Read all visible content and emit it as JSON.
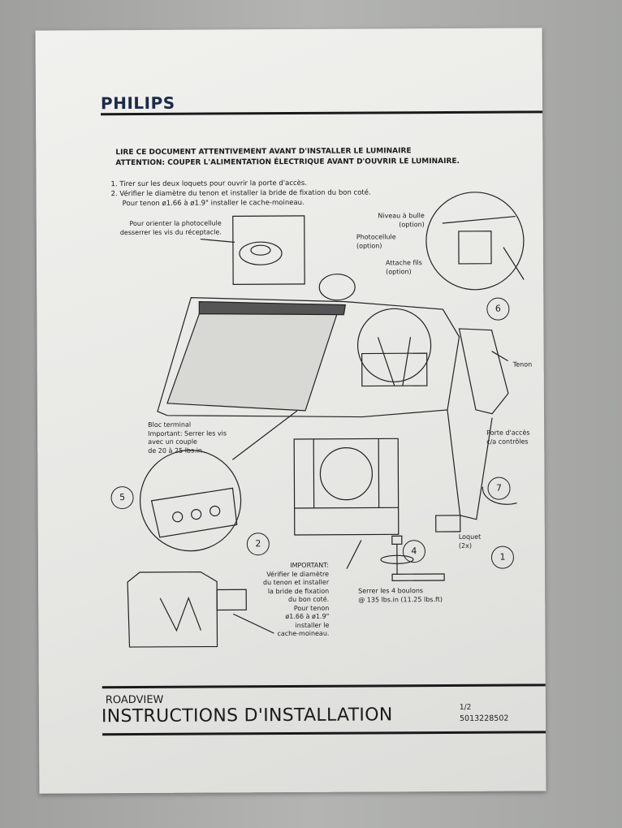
{
  "brand": "PHILIPS",
  "header": {
    "warning_1": "LIRE CE DOCUMENT ATTENTIVEMENT AVANT D'INSTALLER LE LUMINAIRE",
    "warning_2": "ATTENTION: COUPER L'ALIMENTATION ÉLECTRIQUE AVANT D'OUVRIR LE LUMINAIRE."
  },
  "steps": [
    "1. Tirer sur les deux loquets pour ouvrir la porte d'accès.",
    "2. Vérifier le diamètre du tenon et installer la bride de fixation du bon coté.",
    "Pour tenon ø1.66 à ø1.9\" installer le cache-moineau."
  ],
  "labels": {
    "photocell_orient_1": "Pour orienter la photocellule",
    "photocell_orient_2": "desserrer les vis du réceptacle.",
    "level_1": "Niveau à bulle",
    "level_2": "(option)",
    "photocell_1": "Photocellule",
    "photocell_2": "(option)",
    "wire_tie_1": "Attache fils",
    "wire_tie_2": "(option)",
    "tenon": "Tenon",
    "door_1": "Porte d'accès",
    "door_2": "c/a contrôles",
    "terminal_1": "Bloc terminal",
    "terminal_2": "Important: Serrer les vis",
    "terminal_3": "avec un couple",
    "terminal_4": "de 20 à 25 lbs.in",
    "latch_1": "Loquet",
    "latch_2": "(2x)",
    "bolts_1": "Serrer les 4 boulons",
    "bolts_2": "@ 135 lbs.in (11.25 lbs.ft)",
    "important": [
      "IMPORTANT:",
      "Vérifier le diamètre",
      "du tenon et installer",
      "la bride de fixation",
      "du bon coté.",
      "Pour tenon",
      "ø1.66 à ø1.9\"",
      "installer le",
      "cache-moineau."
    ]
  },
  "callouts": [
    "1",
    "2",
    "4",
    "5",
    "6",
    "7"
  ],
  "footer": {
    "product": "ROADVIEW",
    "title": "INSTRUCTIONS D'INSTALLATION",
    "page": "1/2",
    "doc_number": "5013228502"
  }
}
